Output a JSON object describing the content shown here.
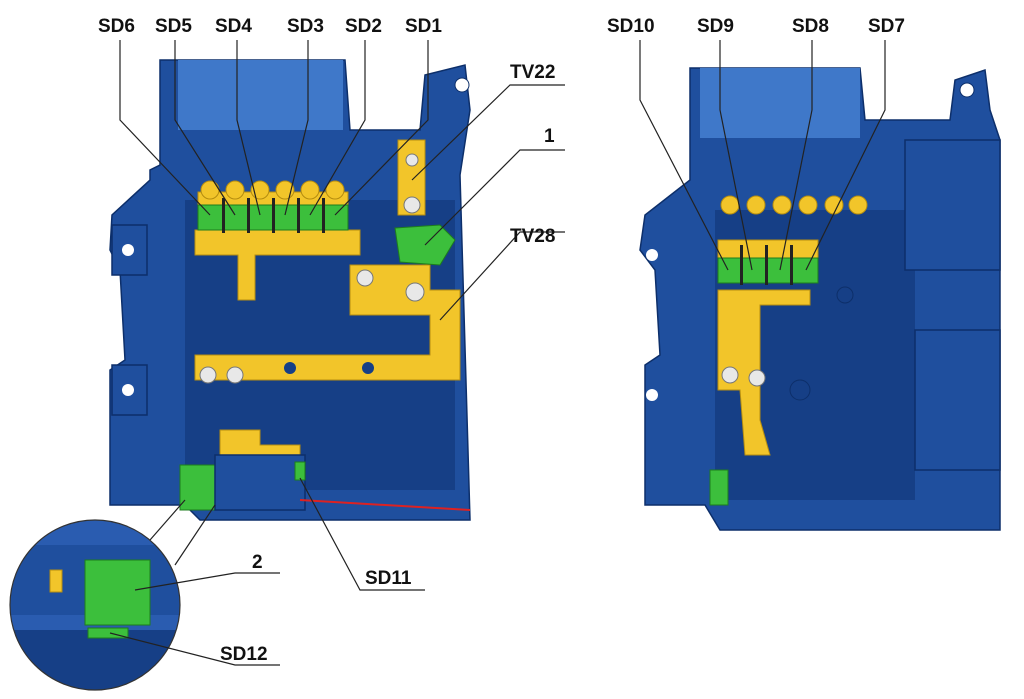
{
  "labels": {
    "sd1": "SD1",
    "sd2": "SD2",
    "sd3": "SD3",
    "sd4": "SD4",
    "sd5": "SD5",
    "sd6": "SD6",
    "sd7": "SD7",
    "sd8": "SD8",
    "sd9": "SD9",
    "sd10": "SD10",
    "sd11": "SD11",
    "sd12": "SD12",
    "tv22": "TV22",
    "tv28": "TV28",
    "item1": "1",
    "item2": "2"
  },
  "colors": {
    "housing": "#1f4f9e",
    "busbar": "#f2c52a",
    "fuse": "#3cbf3c"
  }
}
